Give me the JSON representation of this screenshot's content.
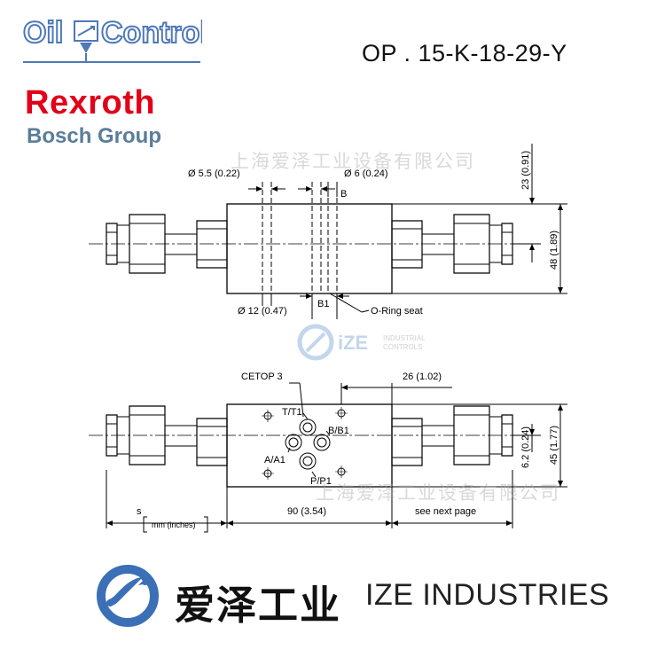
{
  "brand": {
    "oil_control": "Oil Control",
    "rexroth": "Rexroth",
    "bosch_group": "Bosch Group"
  },
  "model_code": "OP . 15-K-18-29-Y",
  "watermarks": {
    "company_cn": "上海爱泽工业设备有限公司",
    "ize_small": "iZE",
    "ize_small_line1": "INDUSTRIAL",
    "ize_small_line2": "CONTROLS"
  },
  "top_view": {
    "dim_hole_left": "Ø 5.5 (0.22)",
    "dim_hole_right": "Ø 6 (0.24)",
    "label_b": "B",
    "label_b1": "B1",
    "dim_bore": "Ø 12 (0.47)",
    "label_oring": "O-Ring seat",
    "dim_23": "23 (0.91)",
    "dim_48": "48 (1.89)"
  },
  "bottom_view": {
    "label_cetop": "CETOP 3",
    "port_t": "T/T1",
    "port_b": "B/B1",
    "port_a": "A/A1",
    "port_p": "P/P1",
    "dim_26": "26 (1.02)",
    "dim_6_2": "6.2 (0.24)",
    "dim_45": "45 (1.77)",
    "dim_90": "90 (3.54)",
    "see_next_left": "s",
    "see_next_right": "see next page",
    "units_note": "mm (inches)"
  },
  "footer": {
    "cn_name": "爱泽工业",
    "en_name": "IZE INDUSTRIES"
  },
  "colors": {
    "rexroth_red": "#e2001a",
    "bosch_blue": "#5a7d9a",
    "oil_blue": "#4f78b8",
    "ize_blue": "#3b6fb6"
  }
}
